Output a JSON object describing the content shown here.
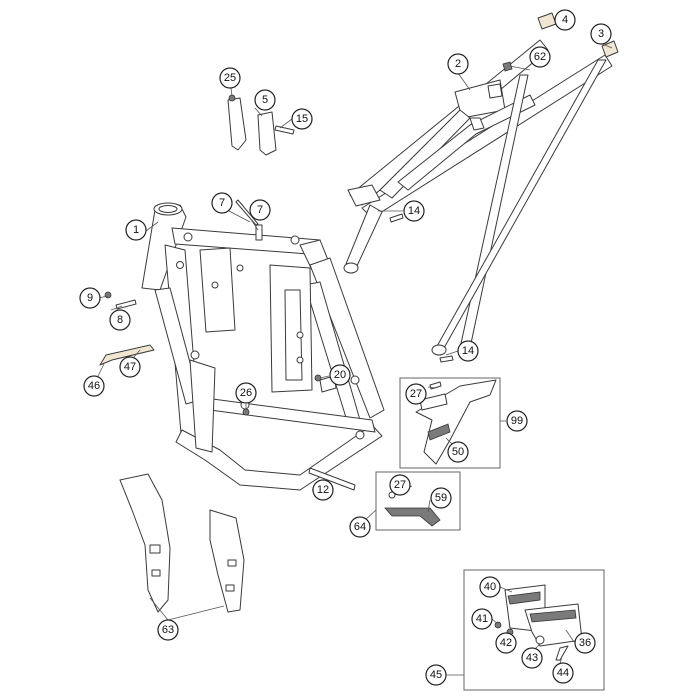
{
  "diagram": {
    "callouts": [
      {
        "id": "c1",
        "label": "1"
      },
      {
        "id": "c2",
        "label": "2"
      },
      {
        "id": "c3",
        "label": "3"
      },
      {
        "id": "c4",
        "label": "4"
      },
      {
        "id": "c5",
        "label": "5"
      },
      {
        "id": "c7a",
        "label": "7"
      },
      {
        "id": "c7b",
        "label": "7"
      },
      {
        "id": "c8",
        "label": "8"
      },
      {
        "id": "c9",
        "label": "9"
      },
      {
        "id": "c12",
        "label": "12"
      },
      {
        "id": "c14a",
        "label": "14"
      },
      {
        "id": "c14b",
        "label": "14"
      },
      {
        "id": "c15",
        "label": "15"
      },
      {
        "id": "c20",
        "label": "20"
      },
      {
        "id": "c25",
        "label": "25"
      },
      {
        "id": "c26",
        "label": "26"
      },
      {
        "id": "c27a",
        "label": "27"
      },
      {
        "id": "c27b",
        "label": "27"
      },
      {
        "id": "c36",
        "label": "36"
      },
      {
        "id": "c40",
        "label": "40"
      },
      {
        "id": "c41",
        "label": "41"
      },
      {
        "id": "c42",
        "label": "42"
      },
      {
        "id": "c43",
        "label": "43"
      },
      {
        "id": "c44",
        "label": "44"
      },
      {
        "id": "c45",
        "label": "45"
      },
      {
        "id": "c46",
        "label": "46"
      },
      {
        "id": "c47",
        "label": "47"
      },
      {
        "id": "c50",
        "label": "50"
      },
      {
        "id": "c59",
        "label": "59"
      },
      {
        "id": "c62",
        "label": "62"
      },
      {
        "id": "c63",
        "label": "63"
      },
      {
        "id": "c64",
        "label": "64"
      },
      {
        "id": "c99",
        "label": "99"
      }
    ]
  }
}
